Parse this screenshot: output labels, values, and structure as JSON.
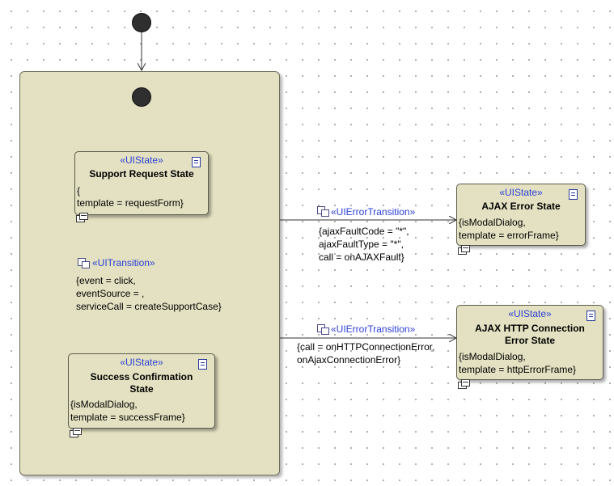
{
  "diagram": {
    "states": {
      "support": {
        "stereotype": "«UIState»",
        "name": "Support Request State",
        "body": [
          "{",
          "template = requestForm}"
        ]
      },
      "success": {
        "stereotype": "«UIState»",
        "name_lines": [
          "Success Confirmation",
          "State"
        ],
        "body": [
          "{isModalDialog,",
          "template = successFrame}"
        ]
      },
      "ajax_error": {
        "stereotype": "«UIState»",
        "name": "AJAX Error State",
        "body": [
          "{isModalDialog,",
          "template = errorFrame}"
        ]
      },
      "http_error": {
        "stereotype": "«UIState»",
        "name_lines": [
          "AJAX HTTP Connection",
          "Error State"
        ],
        "body": [
          "{isModalDialog,",
          "template = httpErrorFrame}"
        ]
      }
    },
    "transitions": {
      "ui_transition": {
        "stereotype": "«UITransition»",
        "lines": [
          "{event = click,",
          "eventSource = ,",
          "serviceCall = createSupportCase}"
        ]
      },
      "ajax_fault": {
        "stereotype": "«UIErrorTransition»",
        "lines": [
          "{ajaxFaultCode = \"*\",",
          "ajaxFaultType = \"*\",",
          "call = onAJAXFault}"
        ]
      },
      "http_error": {
        "stereotype": "«UIErrorTransition»",
        "lines": [
          "{call = onHTTPConnectionError,",
          "onAjaxConnectionError}"
        ]
      }
    }
  }
}
